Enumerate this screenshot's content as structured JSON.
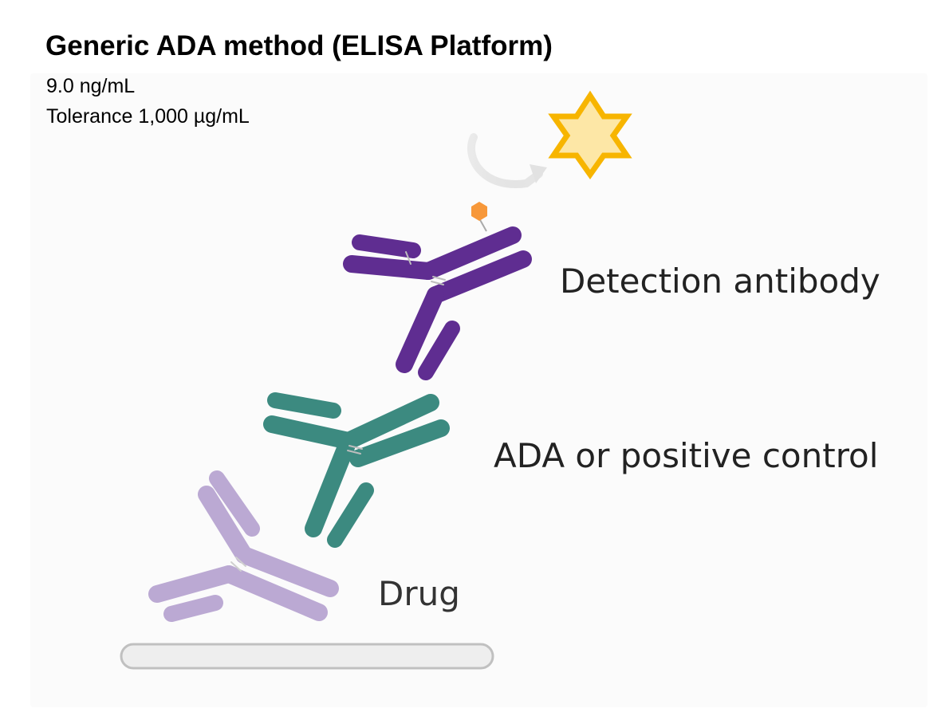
{
  "header": {
    "title": "Generic ADA method (ELISA Platform)",
    "sensitivity": "9.0 ng/mL",
    "tolerance": "Tolerance 1,000 µg/mL"
  },
  "labels": {
    "detection": "Detection antibody",
    "ada": "ADA or positive control",
    "drug": "Drug"
  },
  "colors": {
    "detection_antibody": "#5f2d91",
    "ada_antibody": "#3c8a80",
    "drug_antibody": "#bba9d3",
    "label_tag": "#f7983a",
    "signal_star_fill": "#fde7a6",
    "signal_star_stroke": "#f7b500",
    "plate": "#eeeeee"
  }
}
